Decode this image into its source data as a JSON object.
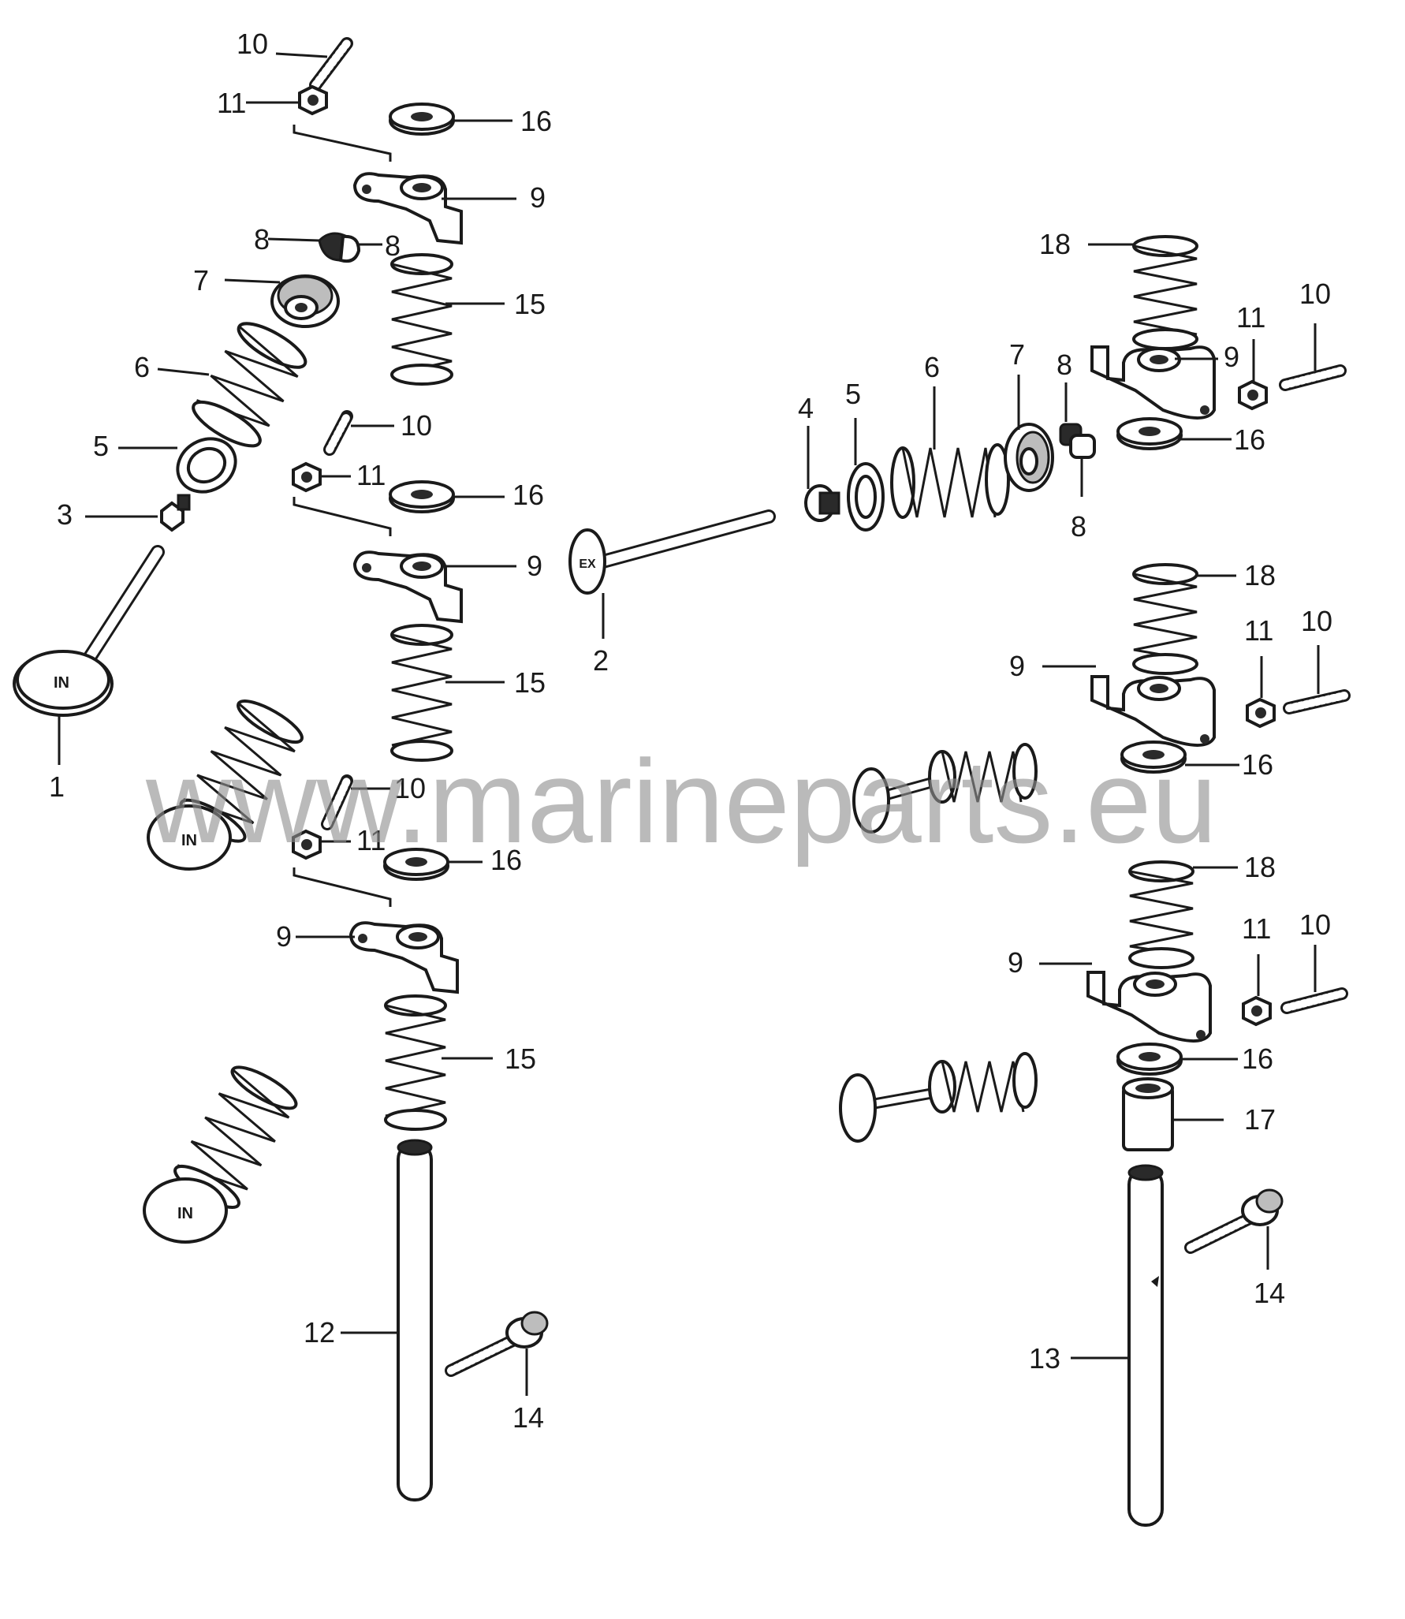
{
  "watermark": "www.marineparts.eu",
  "callouts": [
    {
      "id": "c-10a",
      "text": "10"
    },
    {
      "id": "c-11a",
      "text": "11"
    },
    {
      "id": "c-16a",
      "text": "16"
    },
    {
      "id": "c-9a",
      "text": "9"
    },
    {
      "id": "c-8a",
      "text": "8"
    },
    {
      "id": "c-8b",
      "text": "8"
    },
    {
      "id": "c-7a",
      "text": "7"
    },
    {
      "id": "c-15a",
      "text": "15"
    },
    {
      "id": "c-6a",
      "text": "6"
    },
    {
      "id": "c-5a",
      "text": "5"
    },
    {
      "id": "c-10b",
      "text": "10"
    },
    {
      "id": "c-11b",
      "text": "11"
    },
    {
      "id": "c-16b",
      "text": "16"
    },
    {
      "id": "c-3",
      "text": "3"
    },
    {
      "id": "c-9b",
      "text": "9"
    },
    {
      "id": "c-15b",
      "text": "15"
    },
    {
      "id": "c-1",
      "text": "1"
    },
    {
      "id": "c-10c",
      "text": "10"
    },
    {
      "id": "c-11c",
      "text": "11"
    },
    {
      "id": "c-16c",
      "text": "16"
    },
    {
      "id": "c-9c",
      "text": "9"
    },
    {
      "id": "c-15c",
      "text": "15"
    },
    {
      "id": "c-12",
      "text": "12"
    },
    {
      "id": "c-14a",
      "text": "14"
    },
    {
      "id": "c-2",
      "text": "2"
    },
    {
      "id": "c-4",
      "text": "4"
    },
    {
      "id": "c-5b",
      "text": "5"
    },
    {
      "id": "c-6b",
      "text": "6"
    },
    {
      "id": "c-7b",
      "text": "7"
    },
    {
      "id": "c-8c",
      "text": "8"
    },
    {
      "id": "c-8d",
      "text": "8"
    },
    {
      "id": "c-18a",
      "text": "18"
    },
    {
      "id": "c-9d",
      "text": "9"
    },
    {
      "id": "c-11d",
      "text": "11"
    },
    {
      "id": "c-10d",
      "text": "10"
    },
    {
      "id": "c-16d",
      "text": "16"
    },
    {
      "id": "c-18b",
      "text": "18"
    },
    {
      "id": "c-11e",
      "text": "11"
    },
    {
      "id": "c-10e",
      "text": "10"
    },
    {
      "id": "c-9e",
      "text": "9"
    },
    {
      "id": "c-16e",
      "text": "16"
    },
    {
      "id": "c-18c",
      "text": "18"
    },
    {
      "id": "c-11f",
      "text": "11"
    },
    {
      "id": "c-10f",
      "text": "10"
    },
    {
      "id": "c-9f",
      "text": "9"
    },
    {
      "id": "c-16f",
      "text": "16"
    },
    {
      "id": "c-17",
      "text": "17"
    },
    {
      "id": "c-14b",
      "text": "14"
    },
    {
      "id": "c-13",
      "text": "13"
    }
  ],
  "valve_face_marks": {
    "intake": "IN",
    "exhaust": "EX"
  }
}
